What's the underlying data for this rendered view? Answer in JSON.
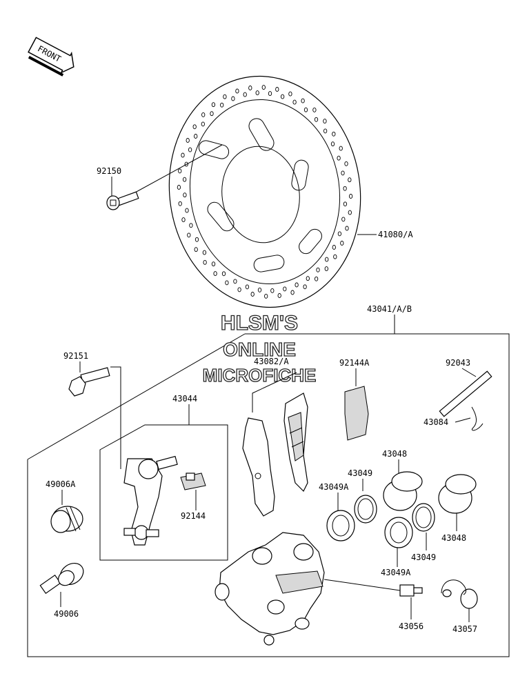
{
  "front_badge": "FRONT",
  "watermark": {
    "line1": "HLSM'S",
    "line2": "ONLINE",
    "line3": "MICROFICHE"
  },
  "labels": {
    "p92150": "92150",
    "p41080": "41080/A",
    "p43041": "43041/A/B",
    "p92151": "92151",
    "p43082": "43082/A",
    "p92144A": "92144A",
    "p92043": "92043",
    "p43084": "43084",
    "p43044": "43044",
    "p49006A": "49006A",
    "p92144": "92144",
    "p43048a": "43048",
    "p43049a": "43049",
    "p43049Aa": "43049A",
    "p43048b": "43048",
    "p43049b": "43049",
    "p43049Ab": "43049A",
    "p49006": "49006",
    "p43056": "43056",
    "p43057": "43057"
  }
}
